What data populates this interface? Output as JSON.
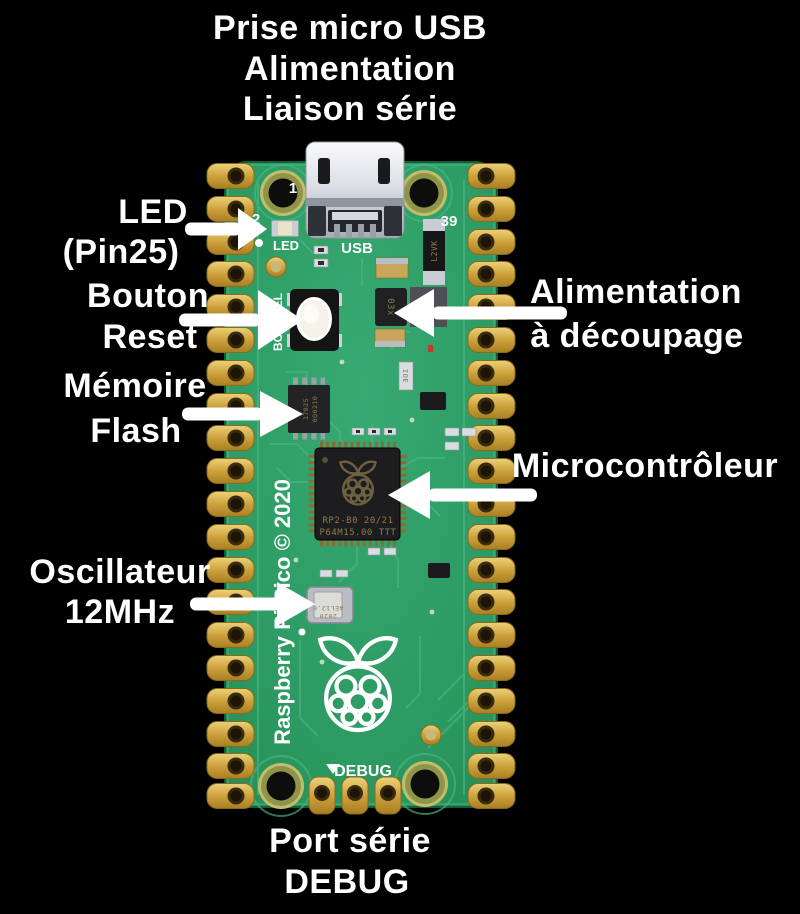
{
  "labels": {
    "top1": "Prise micro USB",
    "top2": "Alimentation",
    "top3": "Liaison série",
    "led1": "LED",
    "led2": "(Pin25)",
    "reset1": "Bouton",
    "reset2": "Reset",
    "flash1": "Mémoire",
    "flash2": "Flash",
    "osc1": "Oscillateur",
    "osc2": "12MHz",
    "psu1": "Alimentation",
    "psu2": "à découpage",
    "mcu": "Microcontrôleur",
    "dbg1": "Port série",
    "dbg2": "DEBUG"
  },
  "silkscreen": {
    "usb": "USB",
    "led": "LED",
    "pin1": "1",
    "pin2": "2",
    "pin39": "39",
    "bootsel": "BOOTSEL",
    "copyright": "Raspberry Pi Pico © 2020",
    "debug": "DEBUG"
  },
  "chip_markings": {
    "mcu_line1": "RP2-B0  20/21",
    "mcu_line2": "P64M15.00 TTT",
    "flash_line1": "17025",
    "flash_line2": "0Q0210",
    "osc_line1": "AEL12.0",
    "osc_line2": "2020",
    "diode": "L2VK",
    "inductor": "03x",
    "regulator": "IOE"
  },
  "colors": {
    "background": "#000000",
    "pcb": "#2f9e68",
    "pcb_dark": "#23854f",
    "trace": "#4db582",
    "gold": "#d4af4e",
    "silkscreen": "#ffffff",
    "chip_body": "#1d1d1f",
    "chip_text": "#8d7b4f",
    "label_text": "#ffffff",
    "arrow": "#ffffff"
  }
}
